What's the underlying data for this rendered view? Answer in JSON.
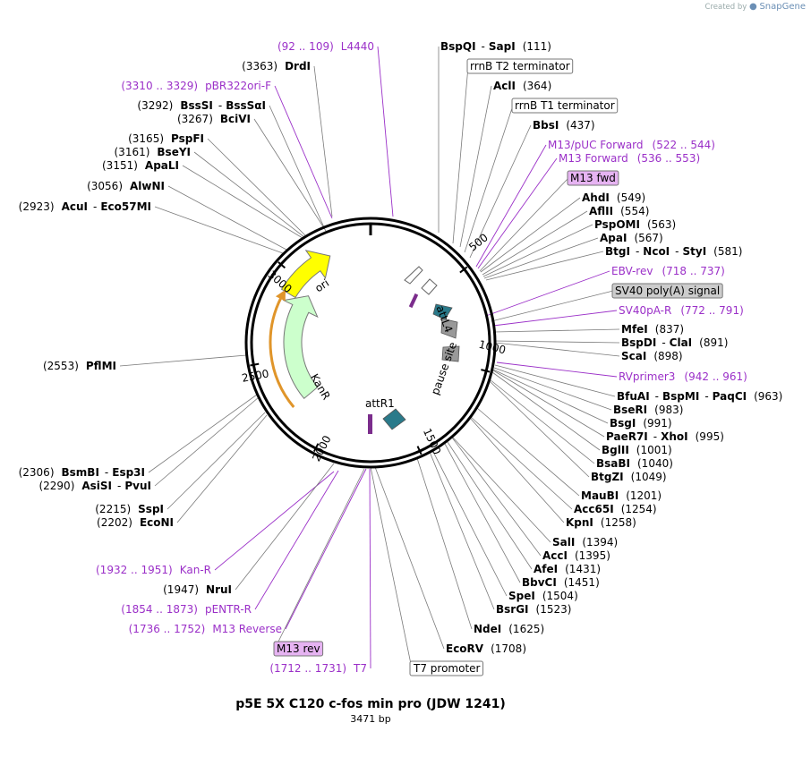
{
  "credit": {
    "created_by": "Created by",
    "brand": "SnapGene"
  },
  "plasmid": {
    "name": "p5E 5X C120 c-fos min pro (JDW 1241)",
    "size": "3471 bp"
  },
  "ticks": [
    "500",
    "1000",
    "1500",
    "2000",
    "2500",
    "3000"
  ],
  "features": {
    "ori": "ori",
    "kanr": "KanR",
    "attl4": "attL4",
    "pause": "pause site",
    "attr1": "attR1"
  },
  "colors": {
    "ori": "#ffff00",
    "kanr": "#ccffcc",
    "attl": "#2a7a8a",
    "pause": "#999999",
    "primer": "#9b30c8",
    "backbone": "#000000",
    "promoter_box": "#ffffff",
    "m13_box": "#e6b3f2"
  },
  "labels": [
    {
      "id": "l4440",
      "pos": "(92 .. 109)",
      "name": "L4440",
      "style": "primer"
    },
    {
      "id": "bspqi",
      "name": "BspQI",
      "name2": "SapI",
      "pos": "(111)",
      "style": "enzyme"
    },
    {
      "id": "drdi",
      "pos": "(3363)",
      "name": "DrdI",
      "style": "enzyme"
    },
    {
      "id": "rrnbt2",
      "name": "rrnB T2 terminator",
      "style": "box"
    },
    {
      "id": "pbr322",
      "pos": "(3310 .. 3329)",
      "name": "pBR322ori-F",
      "style": "primer"
    },
    {
      "id": "acli",
      "name": "AclI",
      "pos": "(364)",
      "style": "enzyme"
    },
    {
      "id": "bsssi",
      "pos": "(3292)",
      "name": "BssSI",
      "name2": "BssSαI",
      "style": "enzyme"
    },
    {
      "id": "rrnbt1",
      "name": "rrnB T1 terminator",
      "style": "box"
    },
    {
      "id": "bcivi",
      "pos": "(3267)",
      "name": "BciVI",
      "style": "enzyme"
    },
    {
      "id": "bbsi",
      "name": "BbsI",
      "pos": "(437)",
      "style": "enzyme"
    },
    {
      "id": "pspfi",
      "pos": "(3165)",
      "name": "PspFI",
      "style": "enzyme"
    },
    {
      "id": "m13puc",
      "name": "M13/pUC Forward",
      "pos": "(522 .. 544)",
      "style": "primer"
    },
    {
      "id": "bseyi",
      "pos": "(3161)",
      "name": "BseYI",
      "style": "enzyme"
    },
    {
      "id": "m13fwd",
      "name": "M13 Forward",
      "pos": "(536 .. 553)",
      "style": "primer"
    },
    {
      "id": "apali",
      "pos": "(3151)",
      "name": "ApaLI",
      "style": "enzyme"
    },
    {
      "id": "m13fwdbox",
      "name": "M13 fwd",
      "style": "mbox"
    },
    {
      "id": "alwni",
      "pos": "(3056)",
      "name": "AlwNI",
      "style": "enzyme"
    },
    {
      "id": "ahdi",
      "name": "AhdI",
      "pos": "(549)",
      "style": "enzyme"
    },
    {
      "id": "acui",
      "pos": "(2923)",
      "name": "AcuI",
      "name2": "Eco57MI",
      "style": "enzyme"
    },
    {
      "id": "aflii",
      "name": "AflII",
      "pos": "(554)",
      "style": "enzyme"
    },
    {
      "id": "pspomi",
      "name": "PspOMI",
      "pos": "(563)",
      "style": "enzyme"
    },
    {
      "id": "apai",
      "name": "ApaI",
      "pos": "(567)",
      "style": "enzyme"
    },
    {
      "id": "btgi",
      "name": "BtgI",
      "name2": "NcoI",
      "name3": "StyI",
      "pos": "(581)",
      "style": "enzyme"
    },
    {
      "id": "ebvrev",
      "name": "EBV-rev",
      "pos": "(718 .. 737)",
      "style": "primer"
    },
    {
      "id": "sv40polya",
      "name": "SV40 poly(A) signal",
      "style": "gbox"
    },
    {
      "id": "sv40par",
      "name": "SV40pA-R",
      "pos": "(772 .. 791)",
      "style": "primer"
    },
    {
      "id": "mfei",
      "name": "MfeI",
      "pos": "(837)",
      "style": "enzyme"
    },
    {
      "id": "bspdi",
      "name": "BspDI",
      "name2": "ClaI",
      "pos": "(891)",
      "style": "enzyme"
    },
    {
      "id": "pflmi",
      "pos": "(2553)",
      "name": "PflMI",
      "style": "enzyme"
    },
    {
      "id": "scai",
      "name": "ScaI",
      "pos": "(898)",
      "style": "enzyme"
    },
    {
      "id": "rvprimer3",
      "name": "RVprimer3",
      "pos": "(942 .. 961)",
      "style": "primer"
    },
    {
      "id": "bfuai",
      "name": "BfuAI",
      "name2": "BspMI",
      "name3": "PaqCI",
      "pos": "(963)",
      "style": "enzyme"
    },
    {
      "id": "bseri",
      "name": "BseRI",
      "pos": "(983)",
      "style": "enzyme"
    },
    {
      "id": "bsgi",
      "name": "BsgI",
      "pos": "(991)",
      "style": "enzyme"
    },
    {
      "id": "paer7i",
      "name": "PaeR7I",
      "name2": "XhoI",
      "pos": "(995)",
      "style": "enzyme"
    },
    {
      "id": "bglii",
      "name": "BglII",
      "pos": "(1001)",
      "style": "enzyme"
    },
    {
      "id": "bsabi",
      "name": "BsaBI",
      "pos": "(1040)",
      "style": "enzyme"
    },
    {
      "id": "btgzi",
      "name": "BtgZI",
      "pos": "(1049)",
      "style": "enzyme"
    },
    {
      "id": "bsmbi",
      "pos": "(2306)",
      "name": "BsmBI",
      "name2": "Esp3I",
      "style": "enzyme"
    },
    {
      "id": "asisi",
      "pos": "(2290)",
      "name": "AsiSI",
      "name2": "PvuI",
      "style": "enzyme"
    },
    {
      "id": "maubi",
      "name": "MauBI",
      "pos": "(1201)",
      "style": "enzyme"
    },
    {
      "id": "sspi",
      "pos": "(2215)",
      "name": "SspI",
      "style": "enzyme"
    },
    {
      "id": "acc65i",
      "name": "Acc65I",
      "pos": "(1254)",
      "style": "enzyme"
    },
    {
      "id": "econi",
      "pos": "(2202)",
      "name": "EcoNI",
      "style": "enzyme"
    },
    {
      "id": "kpni",
      "name": "KpnI",
      "pos": "(1258)",
      "style": "enzyme"
    },
    {
      "id": "sali",
      "name": "SalI",
      "pos": "(1394)",
      "style": "enzyme"
    },
    {
      "id": "acci",
      "name": "AccI",
      "pos": "(1395)",
      "style": "enzyme"
    },
    {
      "id": "kanr_primer",
      "pos": "(1932 .. 1951)",
      "name": "Kan-R",
      "style": "primer"
    },
    {
      "id": "afei",
      "name": "AfeI",
      "pos": "(1431)",
      "style": "enzyme"
    },
    {
      "id": "bbvci",
      "name": "BbvCI",
      "pos": "(1451)",
      "style": "enzyme"
    },
    {
      "id": "nrui",
      "pos": "(1947)",
      "name": "NruI",
      "style": "enzyme"
    },
    {
      "id": "spei",
      "name": "SpeI",
      "pos": "(1504)",
      "style": "enzyme"
    },
    {
      "id": "pentrr",
      "pos": "(1854 .. 1873)",
      "name": "pENTR-R",
      "style": "primer"
    },
    {
      "id": "bsrgi",
      "name": "BsrGI",
      "pos": "(1523)",
      "style": "enzyme"
    },
    {
      "id": "m13rev_p",
      "pos": "(1736 .. 1752)",
      "name": "M13 Reverse",
      "style": "primer"
    },
    {
      "id": "ndei",
      "name": "NdeI",
      "pos": "(1625)",
      "style": "enzyme"
    },
    {
      "id": "m13revbox",
      "name": "M13 rev",
      "style": "mbox"
    },
    {
      "id": "ecorv",
      "name": "EcoRV",
      "pos": "(1708)",
      "style": "enzyme"
    },
    {
      "id": "t7",
      "pos": "(1712 .. 1731)",
      "name": "T7",
      "style": "primer"
    },
    {
      "id": "t7prom",
      "name": "T7 promoter",
      "style": "box"
    }
  ]
}
